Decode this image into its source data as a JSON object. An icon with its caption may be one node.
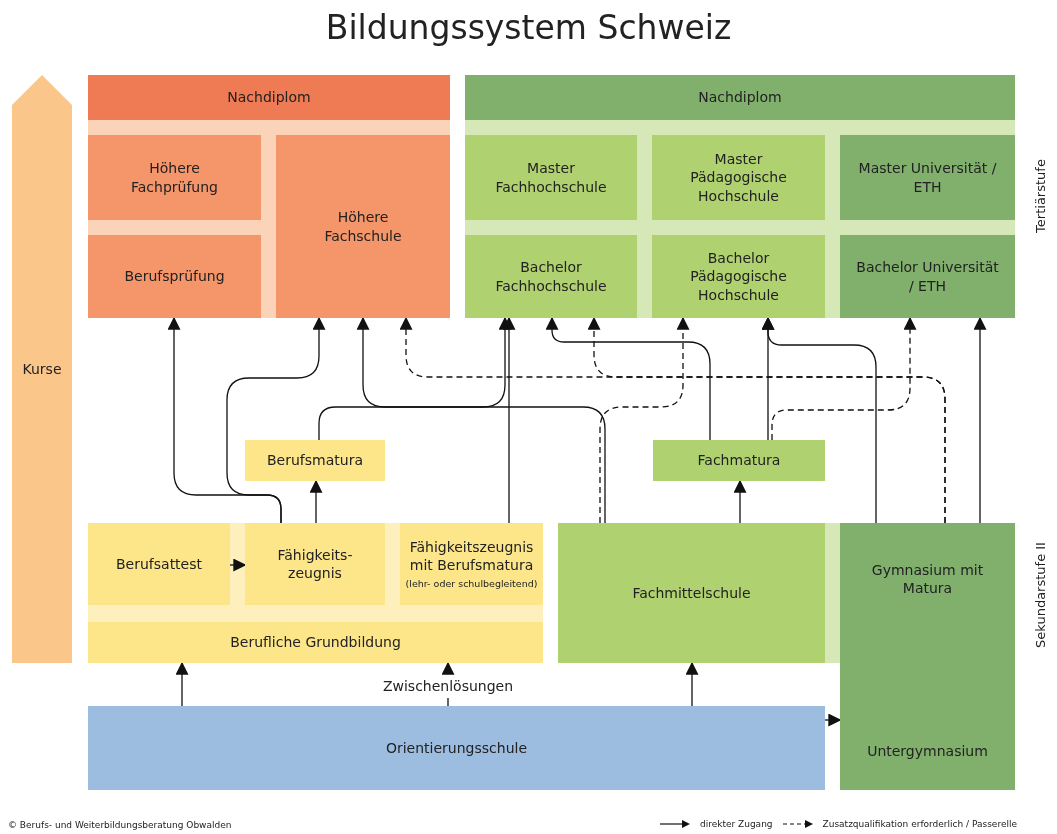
{
  "diagram": {
    "title": "Bildungssystem Schweiz",
    "nodes": [
      {
        "text": [
          "Kurse"
        ]
      },
      {
        "text": [
          "Nachdiplom"
        ]
      },
      {
        "text": [
          "Höhere Fachprüfung"
        ]
      },
      {
        "text": [
          "Berufsprüfung"
        ]
      },
      {
        "text": [
          "Höhere Fachschule"
        ]
      },
      {
        "text": [
          "Nachdiplom"
        ]
      },
      {
        "text": [
          "Master Fachhochschule"
        ]
      },
      {
        "text": [
          "Master Pädagogische Hochschule"
        ]
      },
      {
        "text": [
          "Master Universität / ETH"
        ]
      },
      {
        "text": [
          "Bachelor Fachhochschule"
        ]
      },
      {
        "text": [
          "Bachelor Pädagogische Hochschule"
        ]
      },
      {
        "text": [
          "Bachelor Universität / ETH"
        ]
      },
      {
        "text": [
          "Berufsmatura"
        ]
      },
      {
        "text": [
          "Fachmatura"
        ]
      },
      {
        "text": [
          "Berufsattest"
        ]
      },
      {
        "text": [
          "Fähigkeits- zeugnis"
        ]
      },
      {
        "text": [
          "Fähigkeitszeugnis mit Berufsmatura",
          "(lehr- oder schulbegleitend)"
        ]
      },
      {
        "text": [
          "Fachmittelschule"
        ]
      },
      {
        "text": [
          "Gymnasium mit Matura",
          "Untergymnasium"
        ]
      },
      {
        "text": [
          "Berufliche Grundbildung"
        ]
      },
      {
        "text": [
          "Orientierungsschule"
        ]
      },
      {
        "text": [
          "Zwischenlösungen"
        ]
      }
    ],
    "edges": [
      {
        "from": 14,
        "to": 15,
        "arrow": "to"
      },
      {
        "from": 15,
        "to": 3,
        "arrow": "to"
      },
      {
        "from": 15,
        "to": 4,
        "arrow": "to"
      },
      {
        "from": 15,
        "to": 12,
        "arrow": "to"
      },
      {
        "from": 12,
        "to": 9,
        "arrow": "to"
      },
      {
        "from": 16,
        "to": 9,
        "arrow": "to"
      },
      {
        "from": 17,
        "to": 4,
        "arrow": "to"
      },
      {
        "from": 17,
        "to": 13,
        "arrow": "to"
      },
      {
        "from": 17,
        "to": 10,
        "arrow": "to",
        "style": "dashed"
      },
      {
        "from": 13,
        "to": 9,
        "arrow": "to"
      },
      {
        "from": 13,
        "to": 10,
        "arrow": "to"
      },
      {
        "from": 13,
        "to": 11,
        "arrow": "to",
        "style": "dashed"
      },
      {
        "from": 18,
        "to": 4,
        "arrow": "to",
        "style": "dashed"
      },
      {
        "from": 18,
        "to": 9,
        "arrow": "to",
        "style": "dashed"
      },
      {
        "from": 18,
        "to": 10,
        "arrow": "to"
      },
      {
        "from": 18,
        "to": 11,
        "arrow": "to"
      },
      {
        "from": 20,
        "to": 19,
        "arrow": "to"
      },
      {
        "from": 20,
        "to": 21,
        "arrow": "none"
      },
      {
        "from": 21,
        "to": 19,
        "arrow": "to"
      },
      {
        "from": 20,
        "to": 17,
        "arrow": "to"
      },
      {
        "from": 20,
        "to": 18,
        "arrow": "to"
      }
    ],
    "labels": [
      "Tertiärstufe",
      "Sekundarstufe II",
      "© Berufs- und Weiterbildungsberatung Obwalden"
    ],
    "legend": [
      {
        "text": "direkter Zugang"
      },
      {
        "text": "Zusatzqualifikation erforderlich / Passerelle"
      }
    ]
  }
}
